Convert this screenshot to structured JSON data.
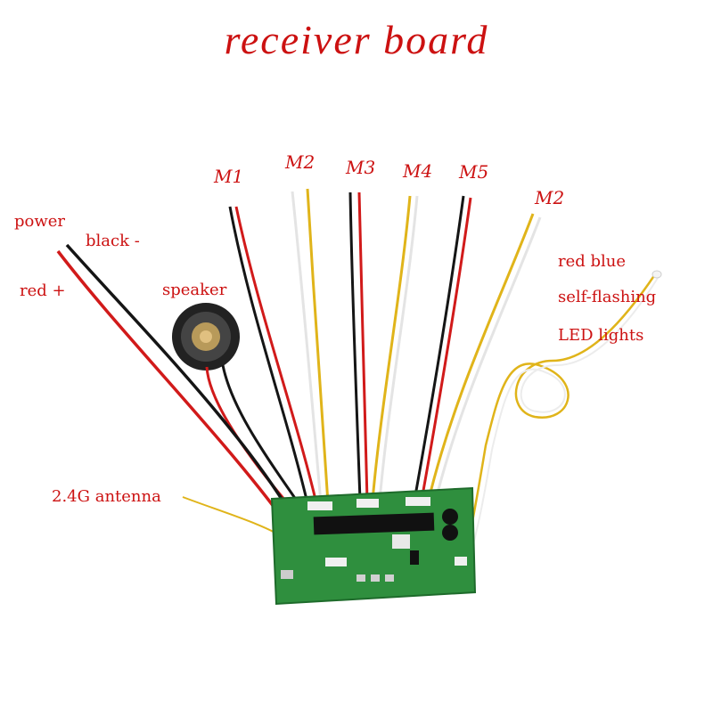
{
  "title": "receiver board",
  "labels": {
    "power": "power",
    "black": "black -",
    "red": "red +",
    "speaker": "speaker",
    "antenna": "2.4G antenna",
    "m1": "M1",
    "m2a": "M2",
    "m3": "M3",
    "m4": "M4",
    "m5": "M5",
    "m2b": "M2",
    "led1": "red blue",
    "led2": "self-flashing",
    "led3": "LED lights"
  },
  "colors": {
    "label": "#cc1111",
    "pcb": "#2f8f3e",
    "wire_red": "#d11a1a",
    "wire_black": "#151515",
    "wire_yellow": "#e0b41a",
    "wire_white": "#e8e8e8"
  }
}
